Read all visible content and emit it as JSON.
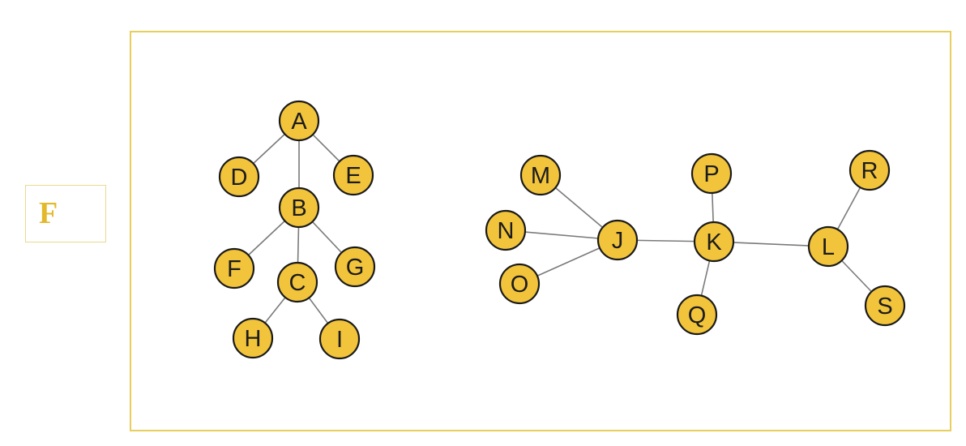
{
  "label_box": {
    "text": "F"
  },
  "colors": {
    "node_fill": "#f2c43b",
    "node_stroke": "#1a1a1a",
    "edge_stroke": "#7a7a7a",
    "frame_stroke": "#e8ce5c",
    "label_text": "#e3b92b"
  },
  "graph": {
    "nodes": [
      {
        "id": "A",
        "label": "A"
      },
      {
        "id": "B",
        "label": "B"
      },
      {
        "id": "C",
        "label": "C"
      },
      {
        "id": "D",
        "label": "D"
      },
      {
        "id": "E",
        "label": "E"
      },
      {
        "id": "F",
        "label": "F"
      },
      {
        "id": "G",
        "label": "G"
      },
      {
        "id": "H",
        "label": "H"
      },
      {
        "id": "I",
        "label": "I"
      },
      {
        "id": "J",
        "label": "J"
      },
      {
        "id": "K",
        "label": "K"
      },
      {
        "id": "L",
        "label": "L"
      },
      {
        "id": "M",
        "label": "M"
      },
      {
        "id": "N",
        "label": "N"
      },
      {
        "id": "O",
        "label": "O"
      },
      {
        "id": "P",
        "label": "P"
      },
      {
        "id": "Q",
        "label": "Q"
      },
      {
        "id": "R",
        "label": "R"
      },
      {
        "id": "S",
        "label": "S"
      }
    ],
    "edges": [
      [
        "A",
        "D"
      ],
      [
        "A",
        "E"
      ],
      [
        "A",
        "B"
      ],
      [
        "B",
        "F"
      ],
      [
        "B",
        "G"
      ],
      [
        "B",
        "C"
      ],
      [
        "C",
        "H"
      ],
      [
        "C",
        "I"
      ],
      [
        "M",
        "J"
      ],
      [
        "N",
        "J"
      ],
      [
        "O",
        "J"
      ],
      [
        "J",
        "K"
      ],
      [
        "K",
        "P"
      ],
      [
        "K",
        "Q"
      ],
      [
        "K",
        "L"
      ],
      [
        "L",
        "R"
      ],
      [
        "L",
        "S"
      ]
    ]
  }
}
